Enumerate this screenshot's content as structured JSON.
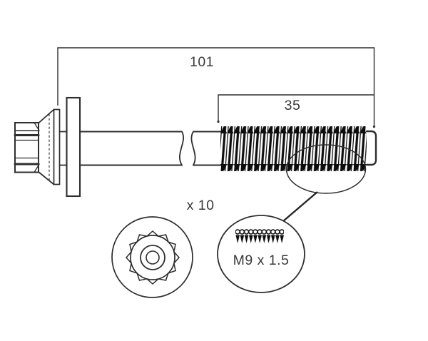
{
  "diagram": {
    "dim_overall_label": "101",
    "dim_thread_label": "35",
    "quantity_label": "x 10",
    "thread_spec_label": "M9 x 1.5"
  },
  "colors": {
    "line": "#2e2e2e",
    "text": "#3a3a3a",
    "thread": "#0d0d0d",
    "background": "#ffffff"
  }
}
